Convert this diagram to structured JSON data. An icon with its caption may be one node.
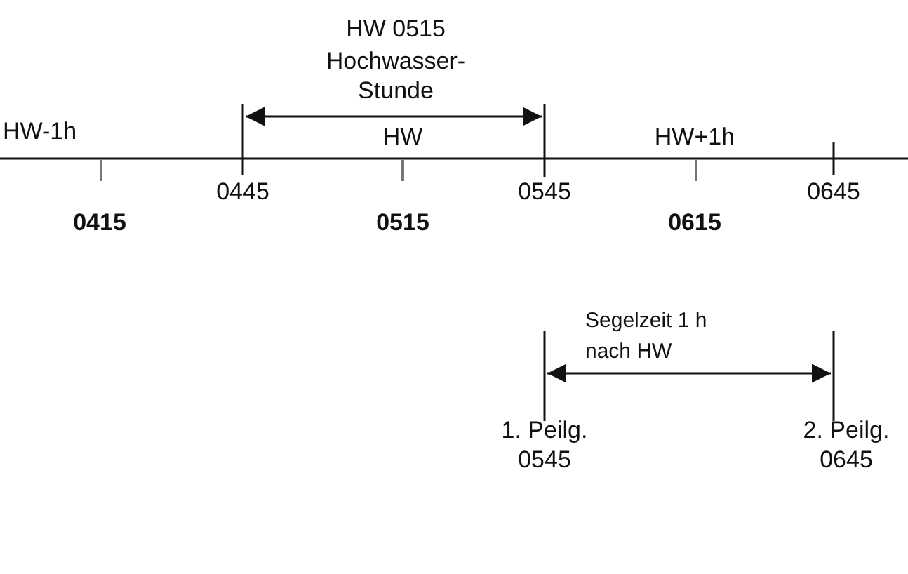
{
  "diagram": {
    "labels": [
      "HW 0515",
      "Hochwasser- Stunde",
      "HW-1h",
      "HW",
      "HW+1h",
      "0445",
      "0545",
      "0645",
      "0415",
      "0515",
      "0615",
      "Segelzeit 1 h nach HW",
      "1. Peilg. 0545",
      "2. Peilg. 0645"
    ]
  }
}
